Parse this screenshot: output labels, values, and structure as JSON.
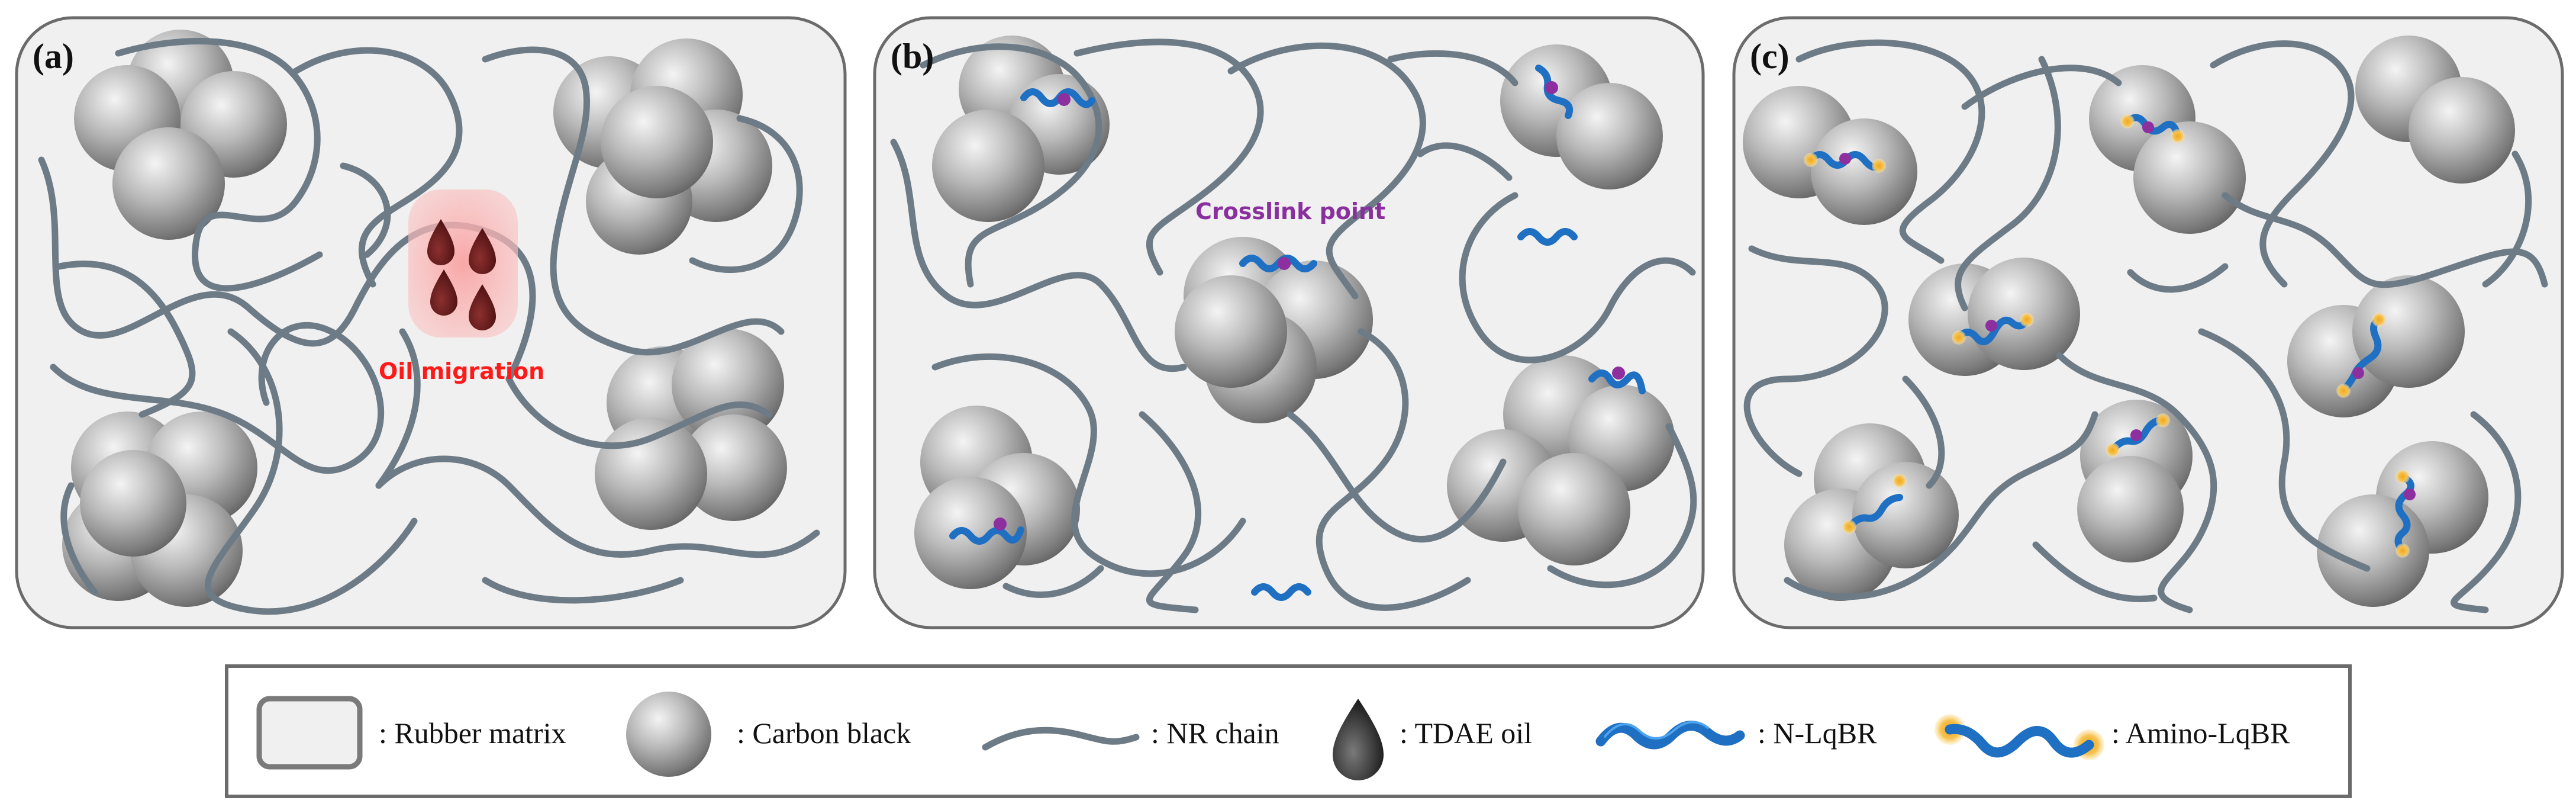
{
  "panels": [
    {
      "label": "(a)"
    },
    {
      "label": "(b)"
    },
    {
      "label": "(c)"
    }
  ],
  "annotations": {
    "oil_migration": "Oil migration",
    "crosslink_point": "Crosslink point"
  },
  "legend": {
    "rubber_matrix": ": Rubber matrix",
    "carbon_black": ": Carbon black",
    "nr_chain": ": NR chain",
    "tdae_oil": ": TDAE oil",
    "n_lqbr": ": N-LqBR",
    "amino_lqbr": ": Amino-LqBR"
  },
  "colors": {
    "rubber_matrix": "#f0f0f0",
    "panel_border": "#6b6b6b",
    "nr_chain": "#6d7b87",
    "oil": "#6b1f1f",
    "oil_region": "#f7a5a5",
    "lqbr": "#1f6fc2",
    "crosslink": "#8e2fa0",
    "amino_end": "#f2b632",
    "oil_migration_text": "#ff1a1a",
    "crosslink_text": "#8a2f9e"
  }
}
